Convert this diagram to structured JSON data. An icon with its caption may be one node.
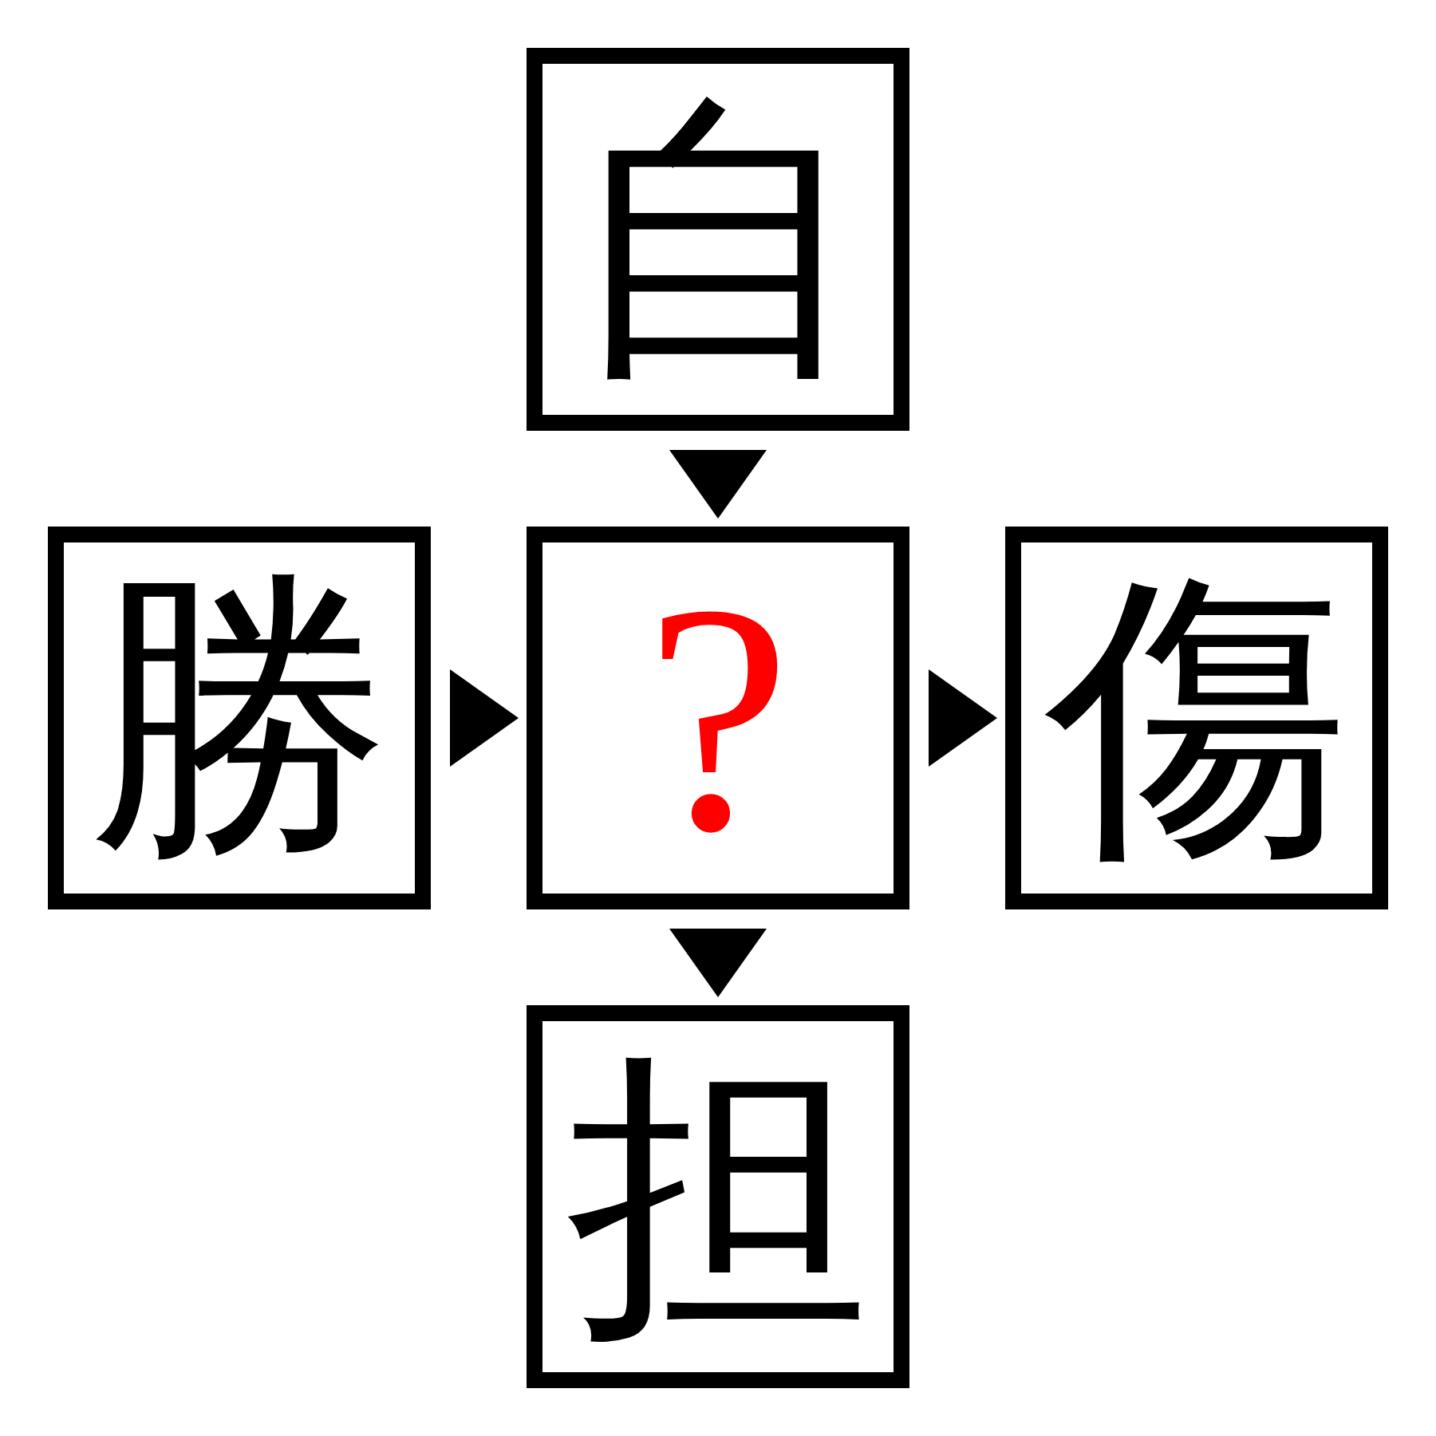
{
  "diagram": {
    "nodes": [
      {
        "text": [
          "自"
        ]
      },
      {
        "text": [
          "勝"
        ]
      },
      {
        "text": [
          "?"
        ]
      },
      {
        "text": [
          "傷"
        ]
      },
      {
        "text": [
          "担"
        ]
      }
    ],
    "edges": [
      {
        "from": 0,
        "to": 2,
        "arrow": "to"
      },
      {
        "from": 1,
        "to": 2,
        "arrow": "to"
      },
      {
        "from": 2,
        "to": 3,
        "arrow": "to"
      },
      {
        "from": 2,
        "to": 4,
        "arrow": "to"
      }
    ]
  }
}
